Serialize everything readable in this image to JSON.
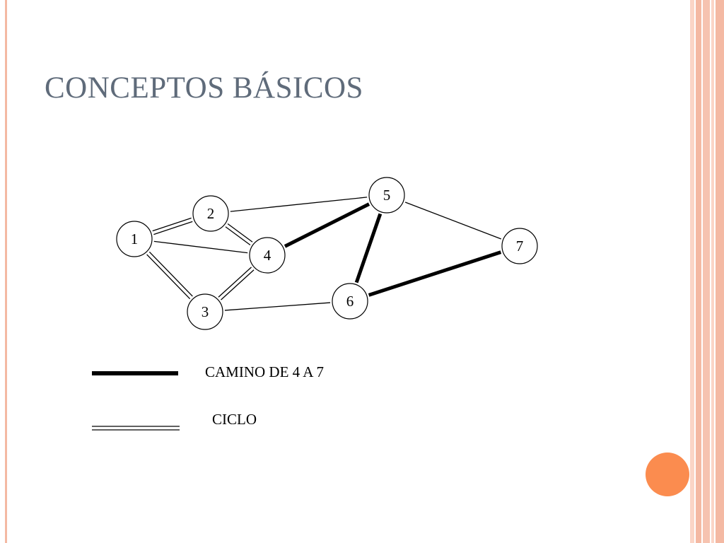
{
  "slide": {
    "title": "CONCEPTOS BÁSICOS"
  },
  "colors": {
    "accent_orange": "#fb8c4f",
    "band_light": "#fbd5c6",
    "band_mid": "#f4b9a3",
    "title_gray": "#5f6b7a"
  },
  "graph": {
    "nodes": [
      {
        "id": "1",
        "label": "1"
      },
      {
        "id": "2",
        "label": "2"
      },
      {
        "id": "3",
        "label": "3"
      },
      {
        "id": "4",
        "label": "4"
      },
      {
        "id": "5",
        "label": "5"
      },
      {
        "id": "6",
        "label": "6"
      },
      {
        "id": "7",
        "label": "7"
      }
    ],
    "edges": [
      {
        "from": "1",
        "to": "2",
        "kind": "cycle"
      },
      {
        "from": "2",
        "to": "4",
        "kind": "cycle"
      },
      {
        "from": "4",
        "to": "3",
        "kind": "cycle"
      },
      {
        "from": "3",
        "to": "1",
        "kind": "cycle"
      },
      {
        "from": "1",
        "to": "4",
        "kind": "plain"
      },
      {
        "from": "2",
        "to": "5",
        "kind": "plain"
      },
      {
        "from": "3",
        "to": "6",
        "kind": "plain"
      },
      {
        "from": "5",
        "to": "7",
        "kind": "plain"
      },
      {
        "from": "4",
        "to": "5",
        "kind": "path"
      },
      {
        "from": "5",
        "to": "6",
        "kind": "path"
      },
      {
        "from": "6",
        "to": "7",
        "kind": "path"
      }
    ]
  },
  "legend": {
    "path_label": "CAMINO DE 4 A 7",
    "cycle_label": "CICLO"
  }
}
